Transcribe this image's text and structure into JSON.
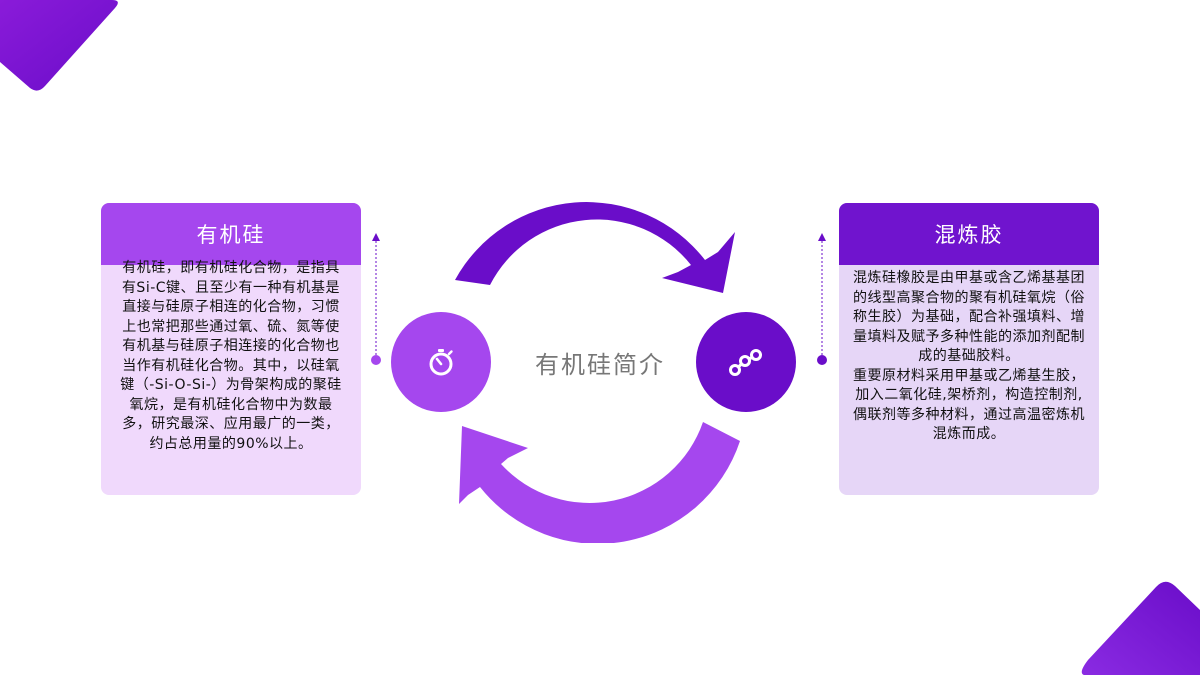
{
  "center_title": "有机硅简介",
  "left_card": {
    "title": "有机硅",
    "body": "有机硅，即有机硅化合物，是指具有Si-C键、且至少有一种有机基是直接与硅原子相连的化合物，习惯上也常把那些通过氧、硫、氮等使有机基与硅原子相连接的化合物也当作有机硅化合物。其中，以硅氧键（-Si-O-Si-）为骨架构成的聚硅氧烷，是有机硅化合物中为数最多，研究最深、应用最广的一类，约占总用量的90%以上。"
  },
  "right_card": {
    "title": "混炼胶",
    "paragraph1": "混炼硅橡胶是由甲基或含乙烯基基团的线型高聚合物的聚有机硅氧烷（俗称生胶）为基础，配合补强填料、增量填料及赋予多种性能的添加剂配制成的基础胶料。",
    "paragraph2": "重要原材料采用甲基或乙烯基生胶，加入二氧化硅,架桥剂，构造控制剂,偶联剂等多种材料，通过高温密炼机混炼而成。"
  },
  "icons": {
    "left_circle": "stopwatch-icon",
    "right_circle": "connected-nodes-icon"
  },
  "colors": {
    "light_purple": "#a547ee",
    "dark_purple": "#6a0dc9",
    "left_card_bg": "#f0d9fc",
    "right_card_bg": "#e6d6f7"
  }
}
